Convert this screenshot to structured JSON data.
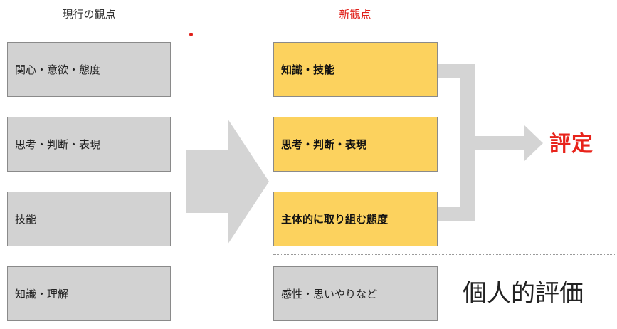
{
  "current_perspective": {
    "heading": "現行の観点",
    "items": [
      "関心・意欲・態度",
      "思考・判断・表現",
      "技能",
      "知識・理解"
    ]
  },
  "new_perspective": {
    "heading": "新観点",
    "items": [
      "知識・技能",
      "思考・判断・表現",
      "主体的に取り組む態度"
    ],
    "highlight_color": "#fcd25e",
    "heading_color": "#e0201a"
  },
  "evaluation_label": "評定",
  "separated_item": "感性・思いやりなど",
  "individual_label": "個人的評価",
  "colors": {
    "gray_box": "#d2d2d2",
    "arrow": "#d4d4d4",
    "accent_red": "#e8231b"
  }
}
